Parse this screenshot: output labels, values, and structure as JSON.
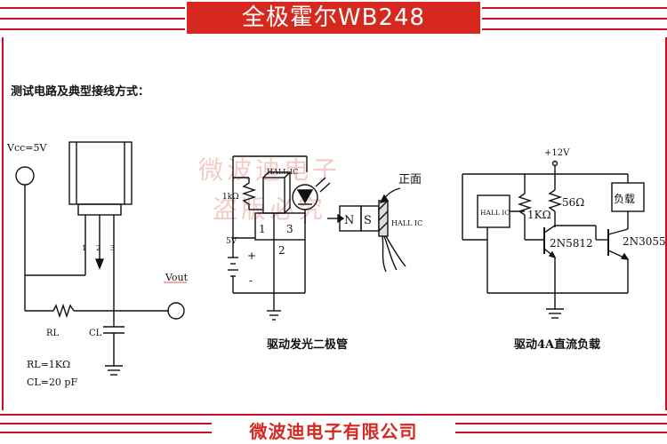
{
  "header": {
    "title": "全极霍尔WB248"
  },
  "subtitle": "测试电路及典型接线方式：",
  "watermark": [
    "微波迪电子",
    "盗版必究"
  ],
  "footer": {
    "company": "微波迪电子有限公司"
  },
  "circuit1": {
    "vcc": "Vcc=5V",
    "vout": "Vout",
    "rl": "RL",
    "cl": "CL",
    "rl_value": "RL=1KΩ",
    "cl_value": "CL=20 pF",
    "pins": [
      "1",
      "2",
      "3"
    ]
  },
  "circuit2": {
    "hall": "HALL IC",
    "resistor": "1kΩ",
    "voltage": "5V",
    "pins": [
      "1",
      "3",
      "2"
    ],
    "magnet_n": "N",
    "magnet_s": "S",
    "hall_right": "HALL IC",
    "front_label": "正面",
    "plus": "+",
    "minus": "-",
    "caption": "驱动发光二极管"
  },
  "circuit3": {
    "voltage": "+12V",
    "hall": "HALL IC",
    "r1": "1KΩ",
    "r2": "56Ω",
    "load": "负载",
    "t1": "2N5812",
    "t2": "2N3055",
    "caption": "驱动4A直流负载"
  },
  "colors": {
    "accent": "#d7281f",
    "line": "#111111"
  }
}
